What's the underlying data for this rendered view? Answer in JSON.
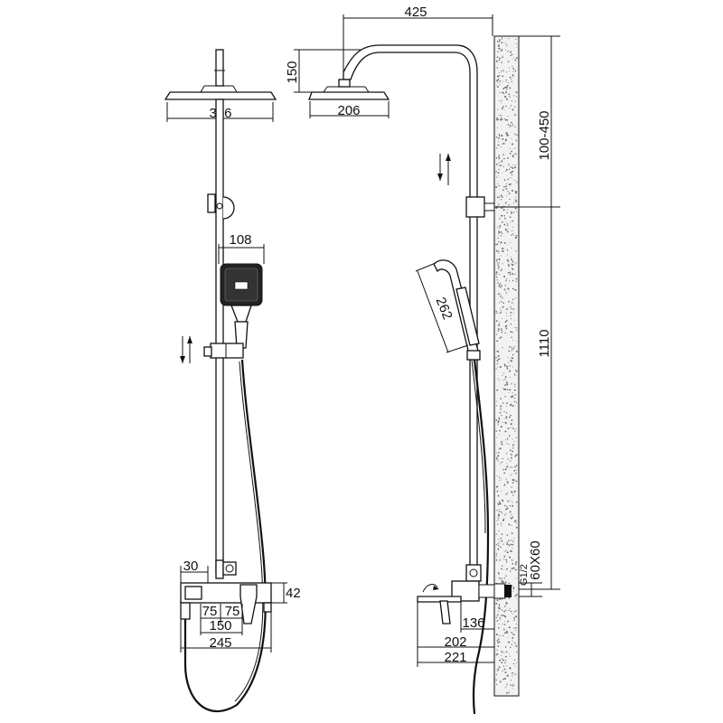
{
  "front_view": {
    "dims": {
      "head_width": "306",
      "handshower_width": "108",
      "spout_offset": "30",
      "valve_height": "42",
      "inlet_spacing_a": "75",
      "inlet_spacing_b": "75",
      "inlet_center": "150",
      "mixer_width": "245"
    }
  },
  "side_view": {
    "dims": {
      "arm_reach": "425",
      "head_drop": "150",
      "head_diameter": "206",
      "bracket_adjust": "100-450",
      "handshower_length": "262",
      "mixer_to_bracket": "1110",
      "connection_thread": "G1/2",
      "connection_cover": "60X60",
      "spout_136": "136",
      "spout_202": "202",
      "spout_221": "221"
    }
  },
  "colors": {
    "line": "#111111",
    "wall_fill": "#f2f2f2",
    "background": "#ffffff"
  },
  "icons": [
    "slide-arrow-icon",
    "shower-head-icon",
    "handshower-icon",
    "mixer-icon",
    "wall-hatch"
  ]
}
